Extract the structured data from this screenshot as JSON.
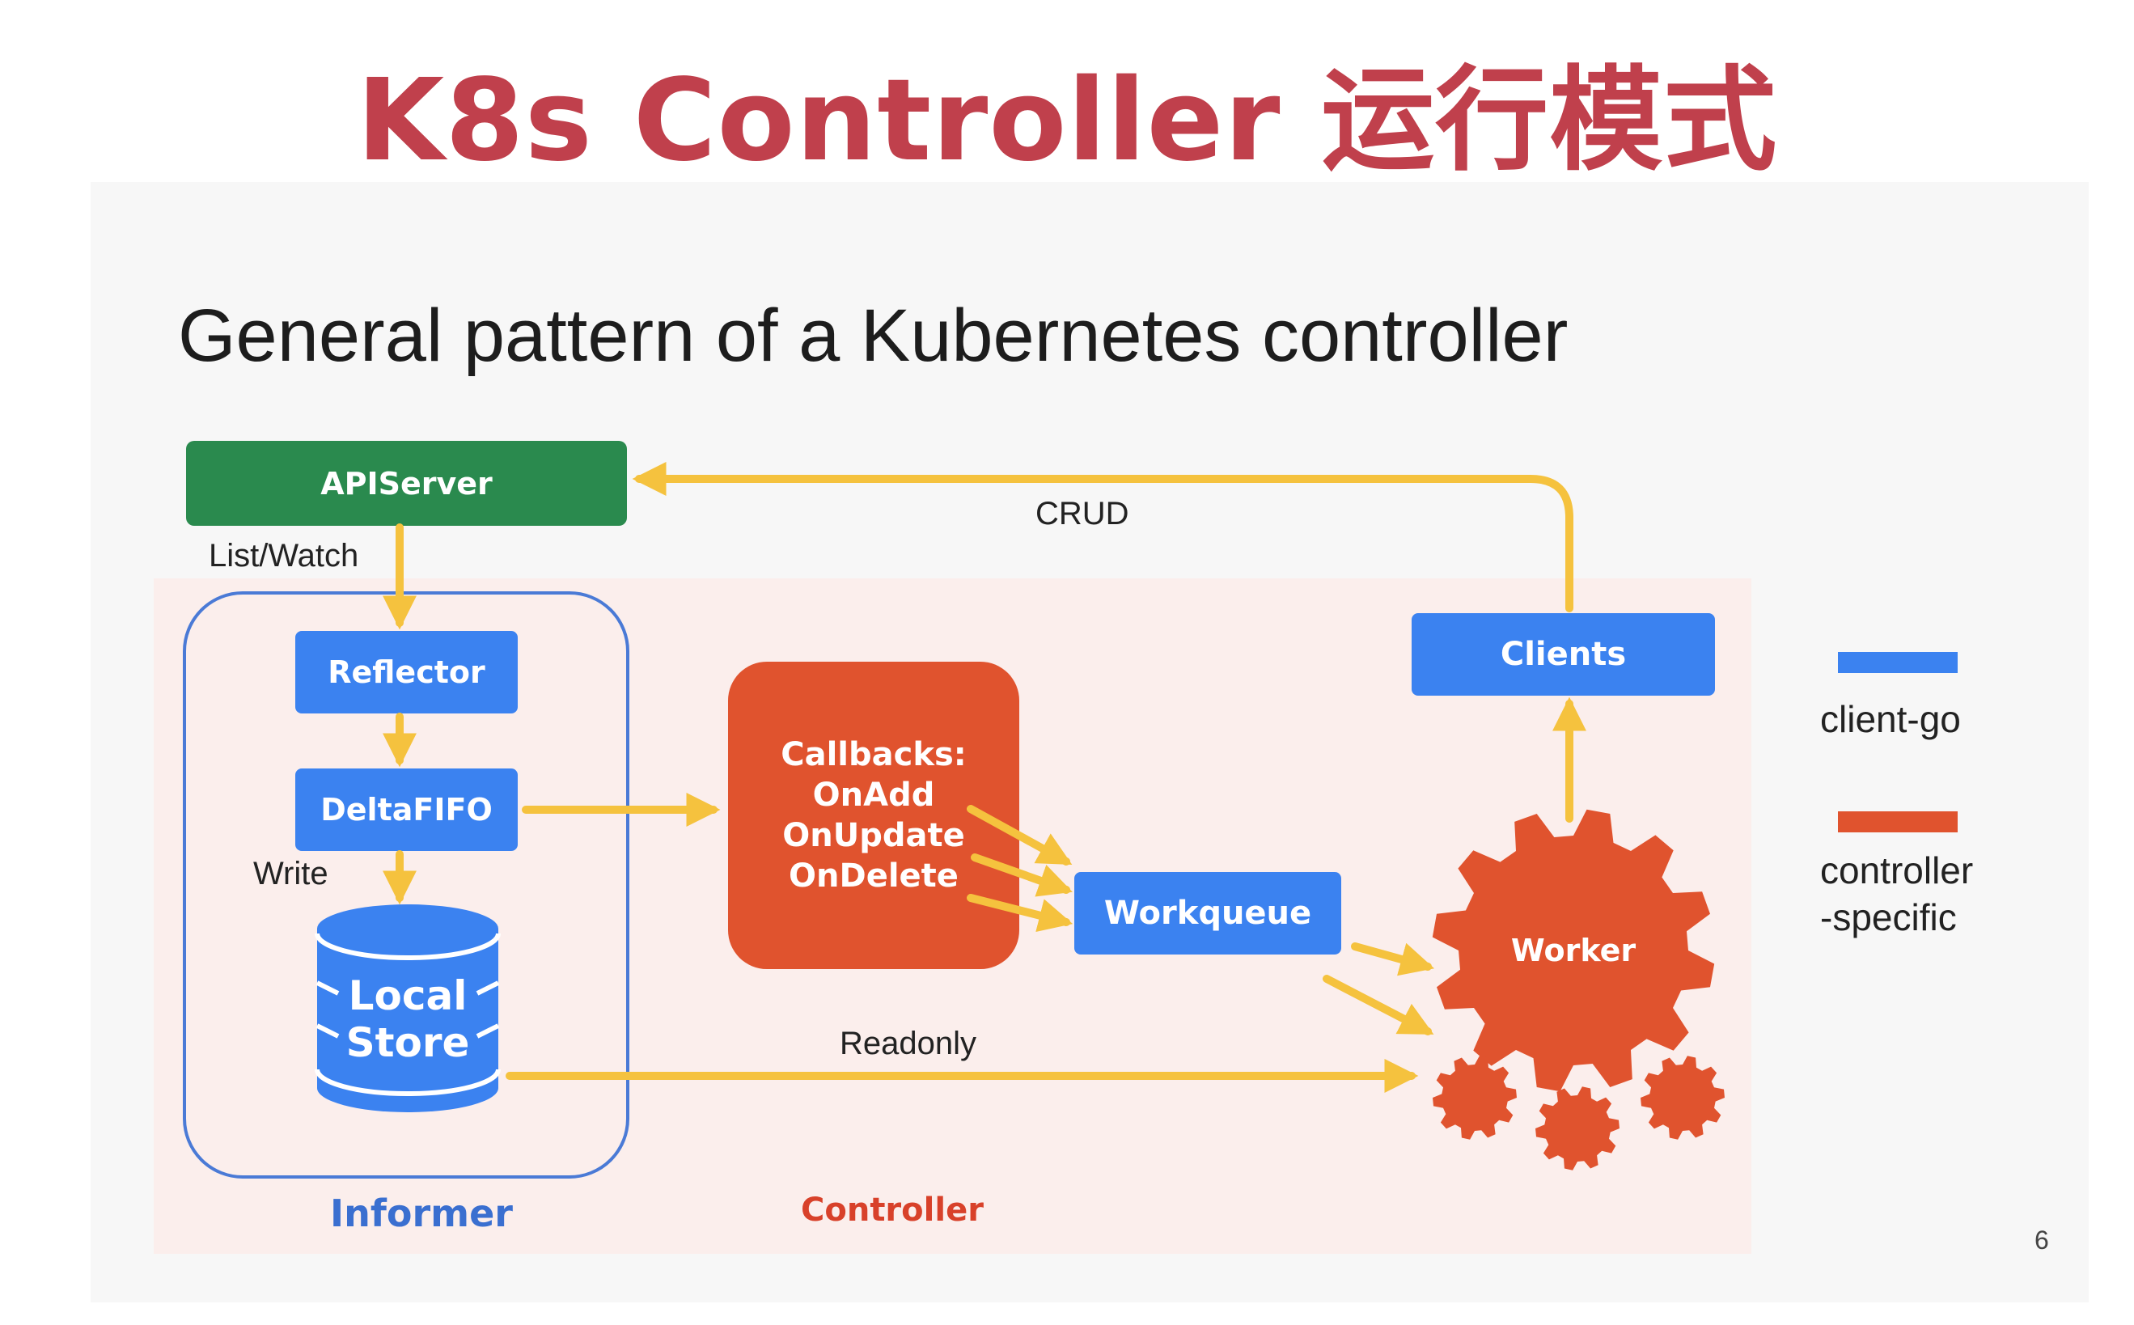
{
  "page_title": "K8s Controller 运行模式",
  "slide": {
    "heading": "General pattern of a Kubernetes controller",
    "page_number": "6"
  },
  "nodes": {
    "apiserver": "APIServer",
    "reflector": "Reflector",
    "deltafifo": "DeltaFIFO",
    "local_store": "Local\nStore",
    "callbacks": "Callbacks:\nOnAdd\nOnUpdate\nOnDelete",
    "workqueue": "Workqueue",
    "clients": "Clients",
    "worker": "Worker"
  },
  "edge_labels": {
    "list_watch": "List/Watch",
    "crud": "CRUD",
    "write": "Write",
    "readonly": "Readonly"
  },
  "groups": {
    "informer": "Informer",
    "controller": "Controller"
  },
  "legend": [
    {
      "label": "client-go",
      "color": "#3b82f0"
    },
    {
      "label": "controller\n-specific",
      "color": "#e0532e"
    }
  ],
  "colors": {
    "title": "#c0404c",
    "apiserver": "#2a8a4e",
    "client_go": "#3b82f0",
    "controller_specific": "#e0532e",
    "arrow": "#f5c23e",
    "informer_border": "#4a7ad6",
    "informer_label": "#3a6fd0",
    "controller_label": "#d8412a"
  }
}
